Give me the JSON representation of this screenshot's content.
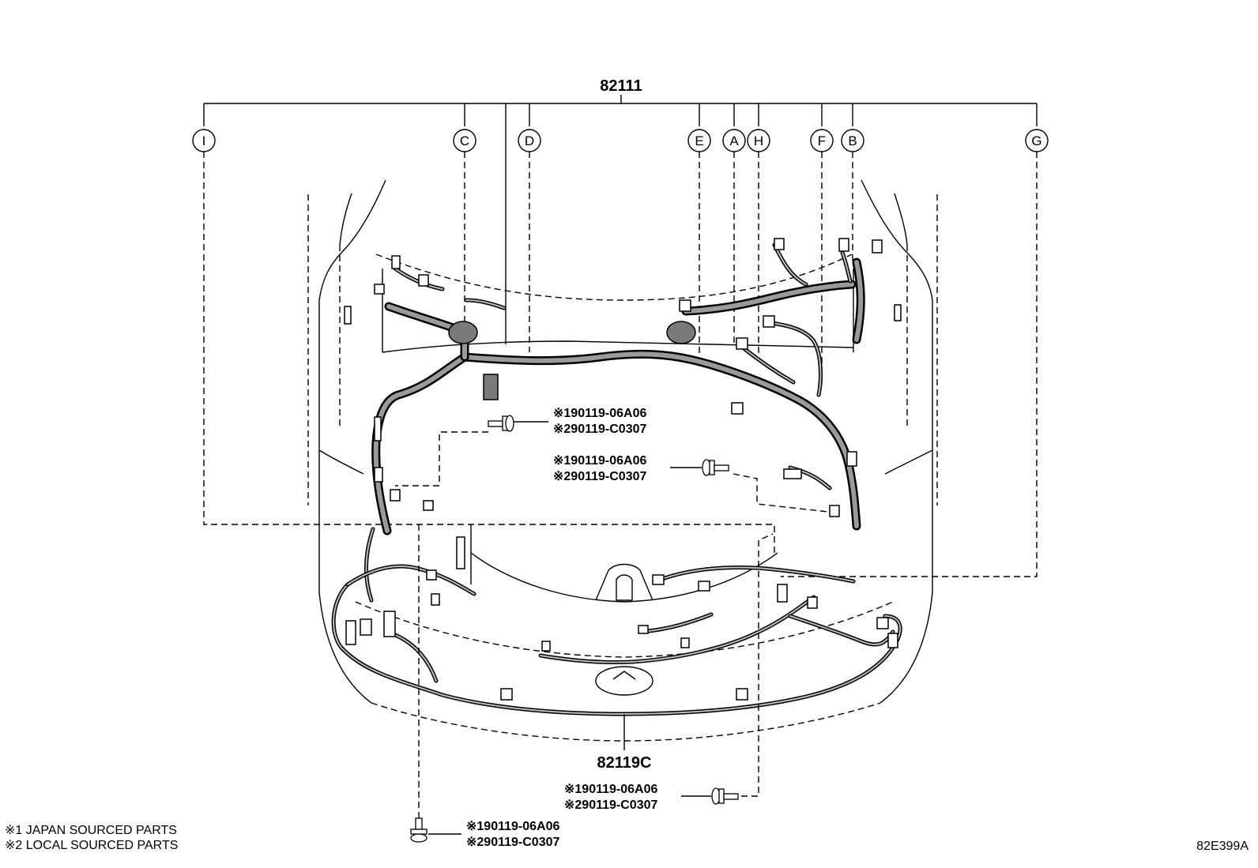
{
  "main_assembly": {
    "part_number": "82111"
  },
  "sub_assembly": {
    "part_number": "82119C"
  },
  "callouts": [
    "I",
    "C",
    "D",
    "E",
    "A",
    "H",
    "F",
    "B",
    "G"
  ],
  "fasteners": [
    {
      "line1": "※190119-06A06",
      "line2": "※290119-C0307"
    },
    {
      "line1": "※190119-06A06",
      "line2": "※290119-C0307"
    },
    {
      "line1": "※190119-06A06",
      "line2": "※290119-C0307"
    },
    {
      "line1": "※190119-06A06",
      "line2": "※290119-C0307"
    }
  ],
  "legend": [
    "※1 JAPAN SOURCED PARTS",
    "※2 LOCAL SOURCED PARTS"
  ],
  "illustration_code": "82E399A"
}
